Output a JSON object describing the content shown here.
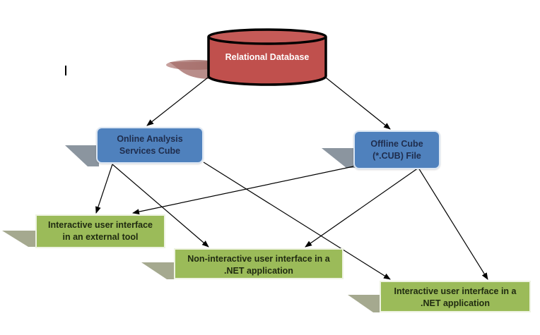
{
  "diagram": {
    "title": "",
    "nodes": {
      "relational_db": {
        "label": "Relational Database",
        "shape": "cylinder",
        "color": "#c0504d"
      },
      "olap_cube": {
        "label_lines": [
          "Online Analysis",
          "Services Cube"
        ],
        "shape": "rounded-rect",
        "color": "#4f81bd"
      },
      "offline_cube": {
        "label_lines": [
          "Offline Cube",
          "(*.CUB) File"
        ],
        "shape": "rounded-rect",
        "color": "#4f81bd"
      },
      "ui_external": {
        "label_lines": [
          "Interactive user interface",
          "in an external tool"
        ],
        "shape": "rect",
        "color": "#9bbb59"
      },
      "ui_noninteractive": {
        "label_lines": [
          "Non-interactive user interface in a",
          ".NET application"
        ],
        "shape": "rect",
        "color": "#9bbb59"
      },
      "ui_interactive_net": {
        "label_lines": [
          "Interactive user interface in a",
          ".NET application"
        ],
        "shape": "rect",
        "color": "#9bbb59"
      }
    },
    "edges": [
      {
        "from": "relational_db",
        "to": "olap_cube"
      },
      {
        "from": "relational_db",
        "to": "offline_cube"
      },
      {
        "from": "olap_cube",
        "to": "ui_external"
      },
      {
        "from": "olap_cube",
        "to": "ui_noninteractive"
      },
      {
        "from": "olap_cube",
        "to": "ui_interactive_net"
      },
      {
        "from": "offline_cube",
        "to": "ui_external"
      },
      {
        "from": "offline_cube",
        "to": "ui_noninteractive"
      },
      {
        "from": "offline_cube",
        "to": "ui_interactive_net"
      }
    ],
    "colors": {
      "shadow_gray": "#8b959f",
      "shadow_green": "#a5a98f",
      "db_shadow": "#b9837f",
      "arrow": "#000000"
    }
  }
}
